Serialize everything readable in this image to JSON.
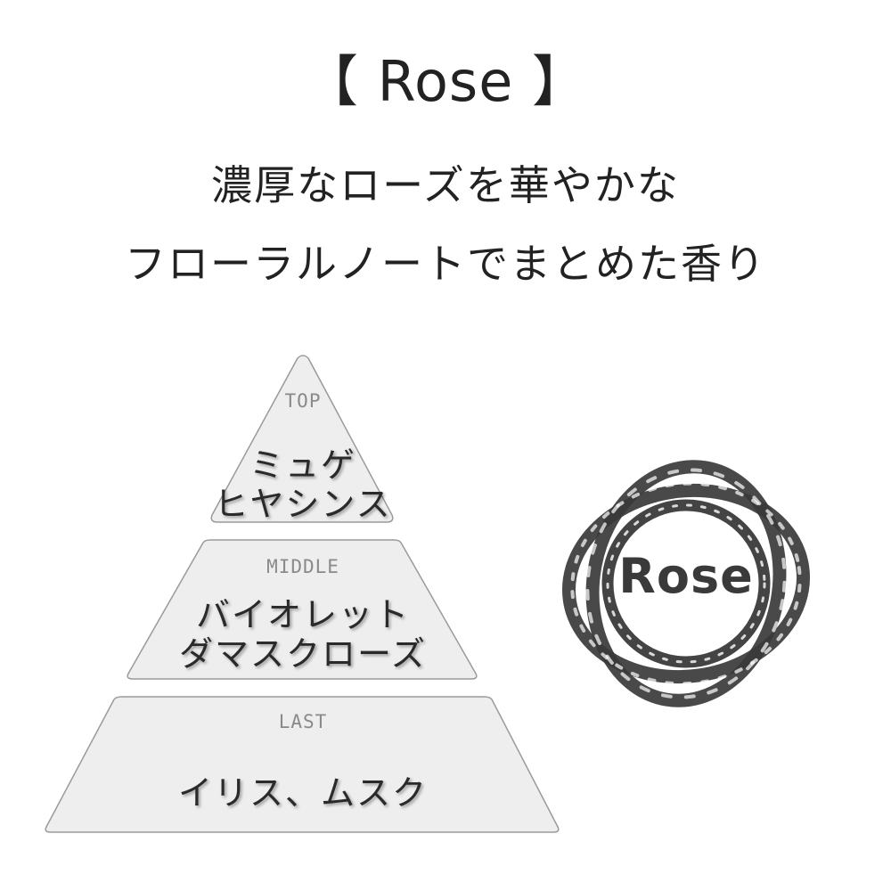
{
  "header": {
    "title": "【 Rose 】",
    "subtitle_line1": "濃厚なローズを華やかな",
    "subtitle_line2": "フローラルノートでまとめた香り"
  },
  "pyramid": {
    "top": {
      "label": "TOP",
      "notes": [
        "ミュゲ",
        "ヒヤシンス"
      ]
    },
    "middle": {
      "label": "MIDDLE",
      "notes": [
        "バイオレット",
        "ダマスクローズ"
      ]
    },
    "last": {
      "label": "LAST",
      "notes": [
        "イリス、ムスク"
      ]
    }
  },
  "emblem": {
    "text": "Rose"
  },
  "colors": {
    "tier_fill": "#eeeeee",
    "tier_stroke": "#9a9a9a",
    "emblem_ink": "#3a3a3a"
  }
}
